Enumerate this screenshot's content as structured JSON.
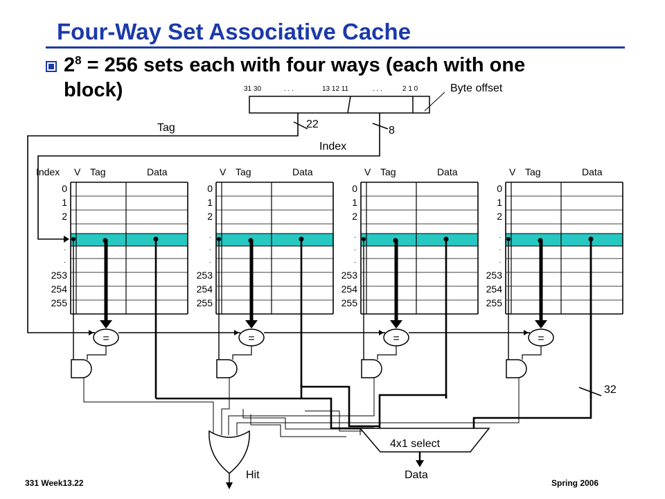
{
  "title": "Four-Way Set Associative Cache",
  "bullet": {
    "base": "2",
    "exp": "8",
    "text_line1": " = 256 sets each with four ways (each with one",
    "text_line2": "block)"
  },
  "address": {
    "bits_left": "31 30",
    "dots1": ". . .",
    "bits_mid": "13 12  11",
    "dots2": ". . .",
    "bits_right": "2   1   0",
    "byte_offset_label": "Byte offset",
    "tag_label": "Tag",
    "tag_width": "22",
    "index_width": "8",
    "index_label": "Index"
  },
  "way_headers": {
    "index": "Index",
    "v": "V",
    "tag": "Tag",
    "data": "Data"
  },
  "row_labels_top": [
    "0",
    "1",
    "2"
  ],
  "row_dots": [
    ".",
    ".",
    "."
  ],
  "row_labels_bottom": [
    "253",
    "254",
    "255"
  ],
  "compare_symbol": "=",
  "data_width": "32",
  "mux_label": "4x1 select",
  "hit_label": "Hit",
  "data_out_label": "Data",
  "colors": {
    "title": "#1c3aa8",
    "highlight": "#27c7c2"
  },
  "footer_left": "331  Week13.22",
  "footer_right": "Spring 2006"
}
